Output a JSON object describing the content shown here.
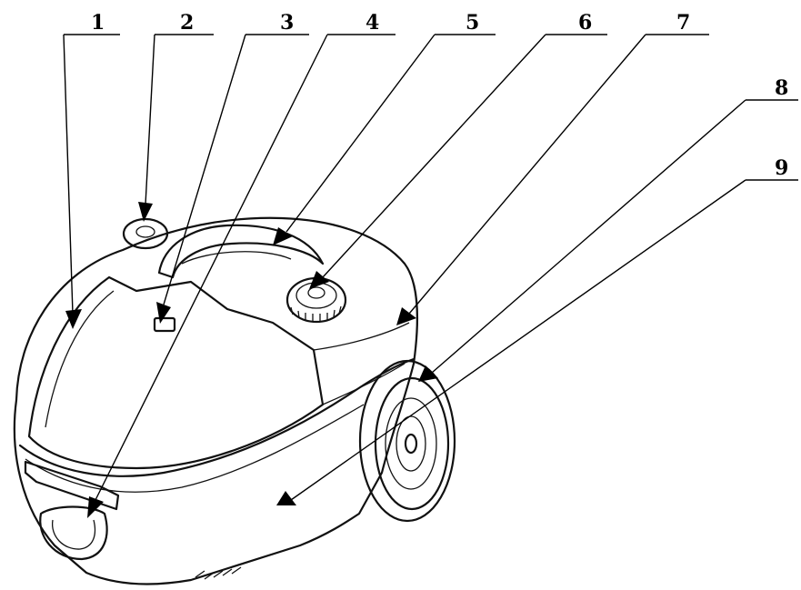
{
  "diagram": {
    "callouts": [
      {
        "label": "1"
      },
      {
        "label": "2"
      },
      {
        "label": "3"
      },
      {
        "label": "4"
      },
      {
        "label": "5"
      },
      {
        "label": "6"
      },
      {
        "label": "7"
      },
      {
        "label": "8"
      },
      {
        "label": "9"
      }
    ]
  },
  "colors": {
    "line": "#111111",
    "background": "#ffffff"
  }
}
